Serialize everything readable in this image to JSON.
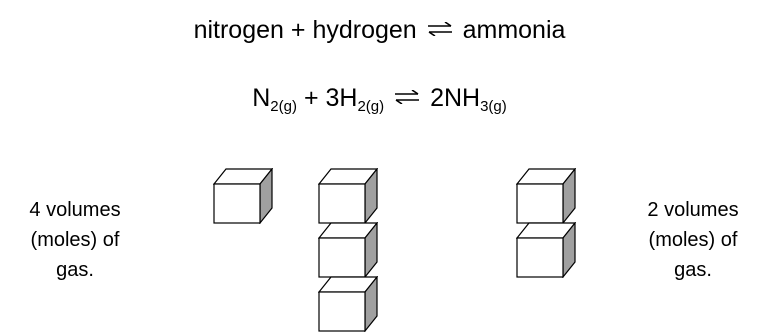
{
  "word_equation": {
    "reactant_1": "nitrogen",
    "plus": "+",
    "reactant_2": "hydrogen",
    "product": "ammonia"
  },
  "symbol_equation": {
    "n": "N",
    "n_sub": "2(g)",
    "plus": "+",
    "h_coef_formula": "3H",
    "h_sub": "2(g)",
    "product_formula": "2NH",
    "product_sub": "3(g)"
  },
  "reactant_side": {
    "line1": "4 volumes",
    "line2": "(moles) of",
    "line3": "gas.",
    "cube_count": 4
  },
  "product_side": {
    "line1": "2 volumes",
    "line2": "(moles) of",
    "line3": "gas.",
    "cube_count": 2
  },
  "icons": {
    "equilibrium": "equilibrium-arrow-icon",
    "gas_volume": "gas-volume-cube-icon"
  },
  "colors": {
    "text": "#000000",
    "cube_front": "#ffffff",
    "cube_top": "#ffffff",
    "cube_side": "#a0a0a0"
  }
}
